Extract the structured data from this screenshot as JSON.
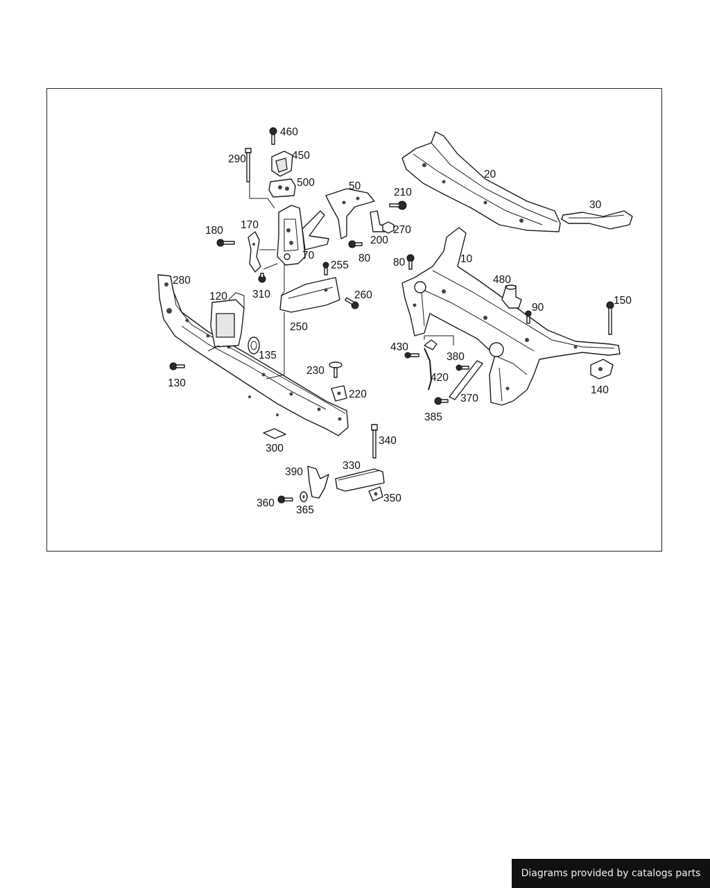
{
  "diagram": {
    "callouts": [
      "460",
      "450",
      "290",
      "500",
      "50",
      "210",
      "20",
      "30",
      "180",
      "170",
      "270",
      "200",
      "70",
      "80",
      "255",
      "80",
      "10",
      "280",
      "310",
      "480",
      "260",
      "90",
      "150",
      "120",
      "250",
      "135",
      "430",
      "380",
      "130",
      "230",
      "420",
      "140",
      "220",
      "370",
      "385",
      "340",
      "300",
      "330",
      "390",
      "350",
      "360",
      "365"
    ]
  },
  "footer": {
    "credit": "Diagrams provided by catalogs parts"
  }
}
